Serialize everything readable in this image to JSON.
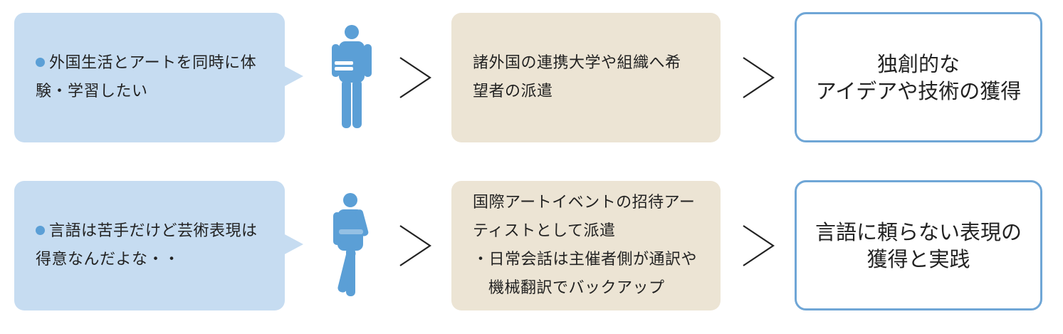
{
  "colors": {
    "bubble_fill": "#c6dcf1",
    "middle_fill": "#ece4d4",
    "result_border": "#6fa6d6",
    "person_fill": "#5b9fd6",
    "arrow_stroke": "#222222"
  },
  "rows": [
    {
      "need": "外国生活とアートを同時に体験・学習したい",
      "person_icon": "person-holding-book-icon",
      "support_lines": [
        "諸外国の連携大学や組織へ希",
        "望者の派遣"
      ],
      "result_lines": [
        "独創的な",
        "アイデアや技術の獲得"
      ]
    },
    {
      "need": "言語は苦手だけど芸術表現は得意なんだよな・・",
      "person_icon": "person-thinking-icon",
      "support_lines": [
        "国際アートイベントの招待アー",
        "ティストとして派遣",
        "・日常会話は主催者側が通訳や",
        "機械翻訳でバックアップ"
      ],
      "result_lines": [
        "言語に頼らない表現の",
        "獲得と実践"
      ]
    }
  ]
}
